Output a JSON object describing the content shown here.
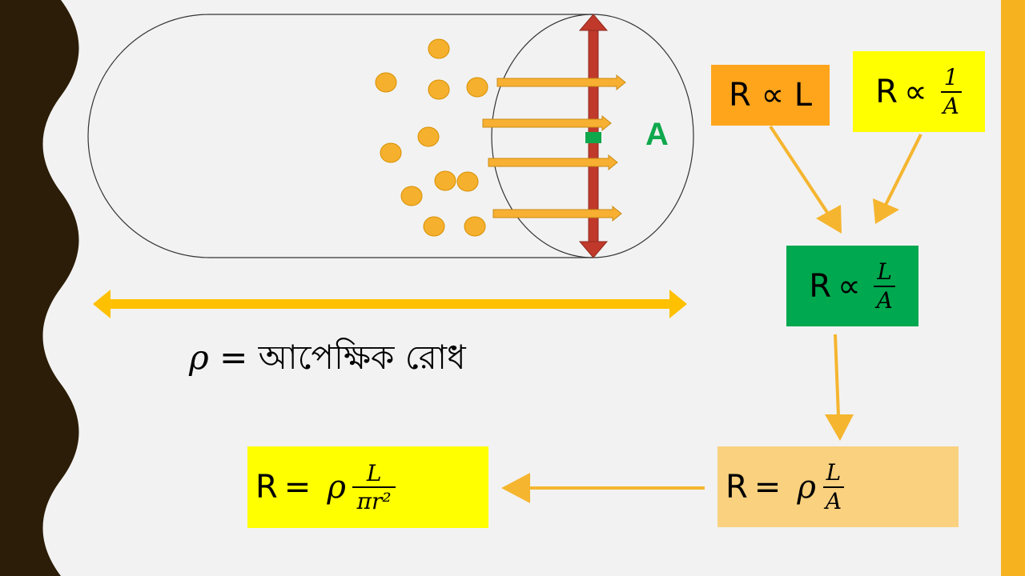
{
  "area_label": "A",
  "caption": {
    "symbol": "ρ",
    "text": "= আপেক্ষিক রোধ"
  },
  "formulas": {
    "r_prop_l": {
      "text": "R ∝ L"
    },
    "r_prop_inv_a": {
      "lhs": "R",
      "op": "∝",
      "num": "1",
      "den": "A"
    },
    "r_prop_l_over_a": {
      "lhs": "R",
      "op": "∝",
      "num": "L",
      "den": "A"
    },
    "r_eq_rho_l_over_a": {
      "lhs": "R",
      "op": "=",
      "rho": "ρ",
      "num": "L",
      "den": "A"
    },
    "r_eq_rho_l_over_pir2": {
      "lhs": "R",
      "op": "=",
      "rho": "ρ",
      "num": "L",
      "den": "πr²"
    }
  },
  "colors": {
    "background": "#f2f2f2",
    "left_strip": "#2b1d07",
    "right_strip": "#f7b21f",
    "orange_box": "#ffa51c",
    "yellow_box": "#ffff00",
    "green_box": "#00a84f",
    "peach_box": "#f9d17f",
    "arrow_gold": "#f5b52f",
    "double_arrow": "#ffc000",
    "red_arrow": "#c0392b",
    "particle": "#f5b02e",
    "area_green": "#0fa84c"
  }
}
